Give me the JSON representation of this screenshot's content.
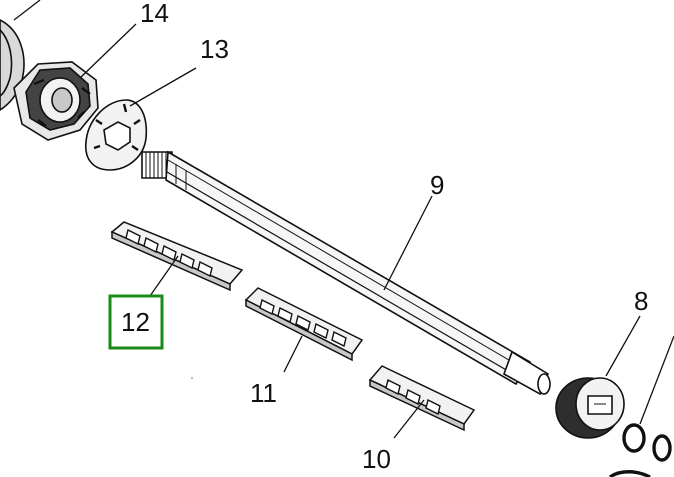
{
  "callouts": {
    "shaft": "9",
    "bushing": "8",
    "kit_large": "12",
    "kit_medium": "11",
    "kit_small": "10",
    "plate": "13",
    "coupling": "14"
  },
  "highlight": {
    "label": "12",
    "color": "#1a8a1a"
  },
  "colors": {
    "line": "#111111",
    "fill_light": "#f2f2f2",
    "fill_mid": "#c8c8c8",
    "fill_dark": "#3a3a3a"
  }
}
